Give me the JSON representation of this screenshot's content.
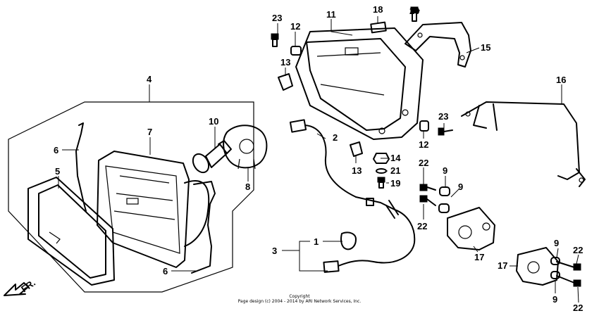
{
  "callouts": {
    "c1": "1",
    "c2": "2",
    "c3": "3",
    "c4": "4",
    "c5": "5",
    "c6a": "6",
    "c6b": "6",
    "c7": "7",
    "c8": "8",
    "c9a": "9",
    "c9b": "9",
    "c9c": "9",
    "c9d": "9",
    "c10": "10",
    "c11": "11",
    "c12a": "12",
    "c12b": "12",
    "c13a": "13",
    "c13b": "13",
    "c14": "14",
    "c15": "15",
    "c16": "16",
    "c17a": "17",
    "c17b": "17",
    "c18": "18",
    "c19": "19",
    "c20": "20",
    "c21": "21",
    "c22a": "22",
    "c22b": "22",
    "c22c": "22",
    "c22d": "22",
    "c23a": "23",
    "c23b": "23"
  },
  "fr_label": "FR.",
  "copyright": {
    "line1": "Copyright",
    "line2": "Page design (c) 2004 - 2014 by ARI Network Services, Inc."
  }
}
